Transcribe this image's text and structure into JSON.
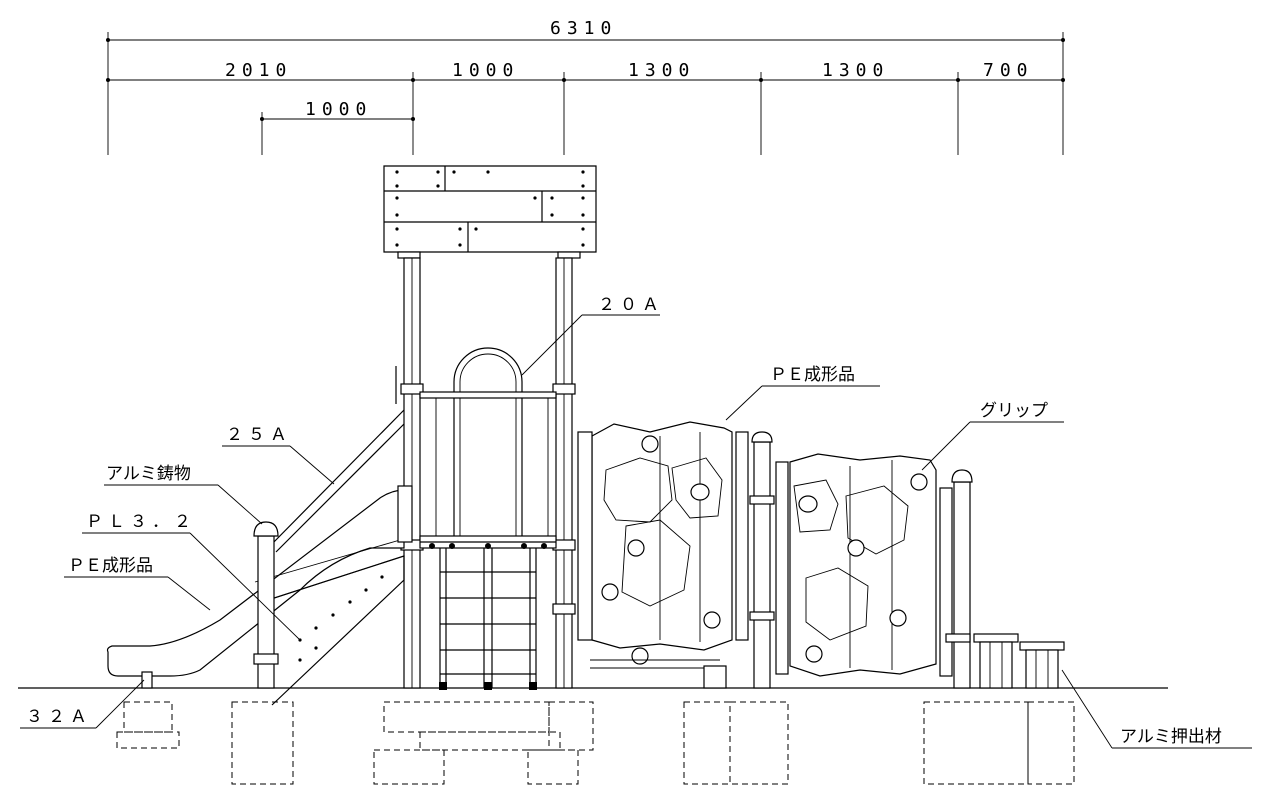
{
  "dimensions": {
    "overall": "6310",
    "segments": [
      "2010",
      "1000",
      "1300",
      "1300",
      "700"
    ],
    "sub": "1000"
  },
  "labels": {
    "pipe_20a": "２０Ａ",
    "pe_molded_wall": "ＰＥ成形品",
    "grip": "グリップ",
    "pipe_25a": "２５Ａ",
    "aluminum_casting": "アルミ鋳物",
    "plate_pl32": "ＰＬ３．２",
    "pe_molded_slide": "ＰＥ成形品",
    "pipe_32a": "３２Ａ",
    "aluminum_extrusion": "アルミ押出材"
  }
}
